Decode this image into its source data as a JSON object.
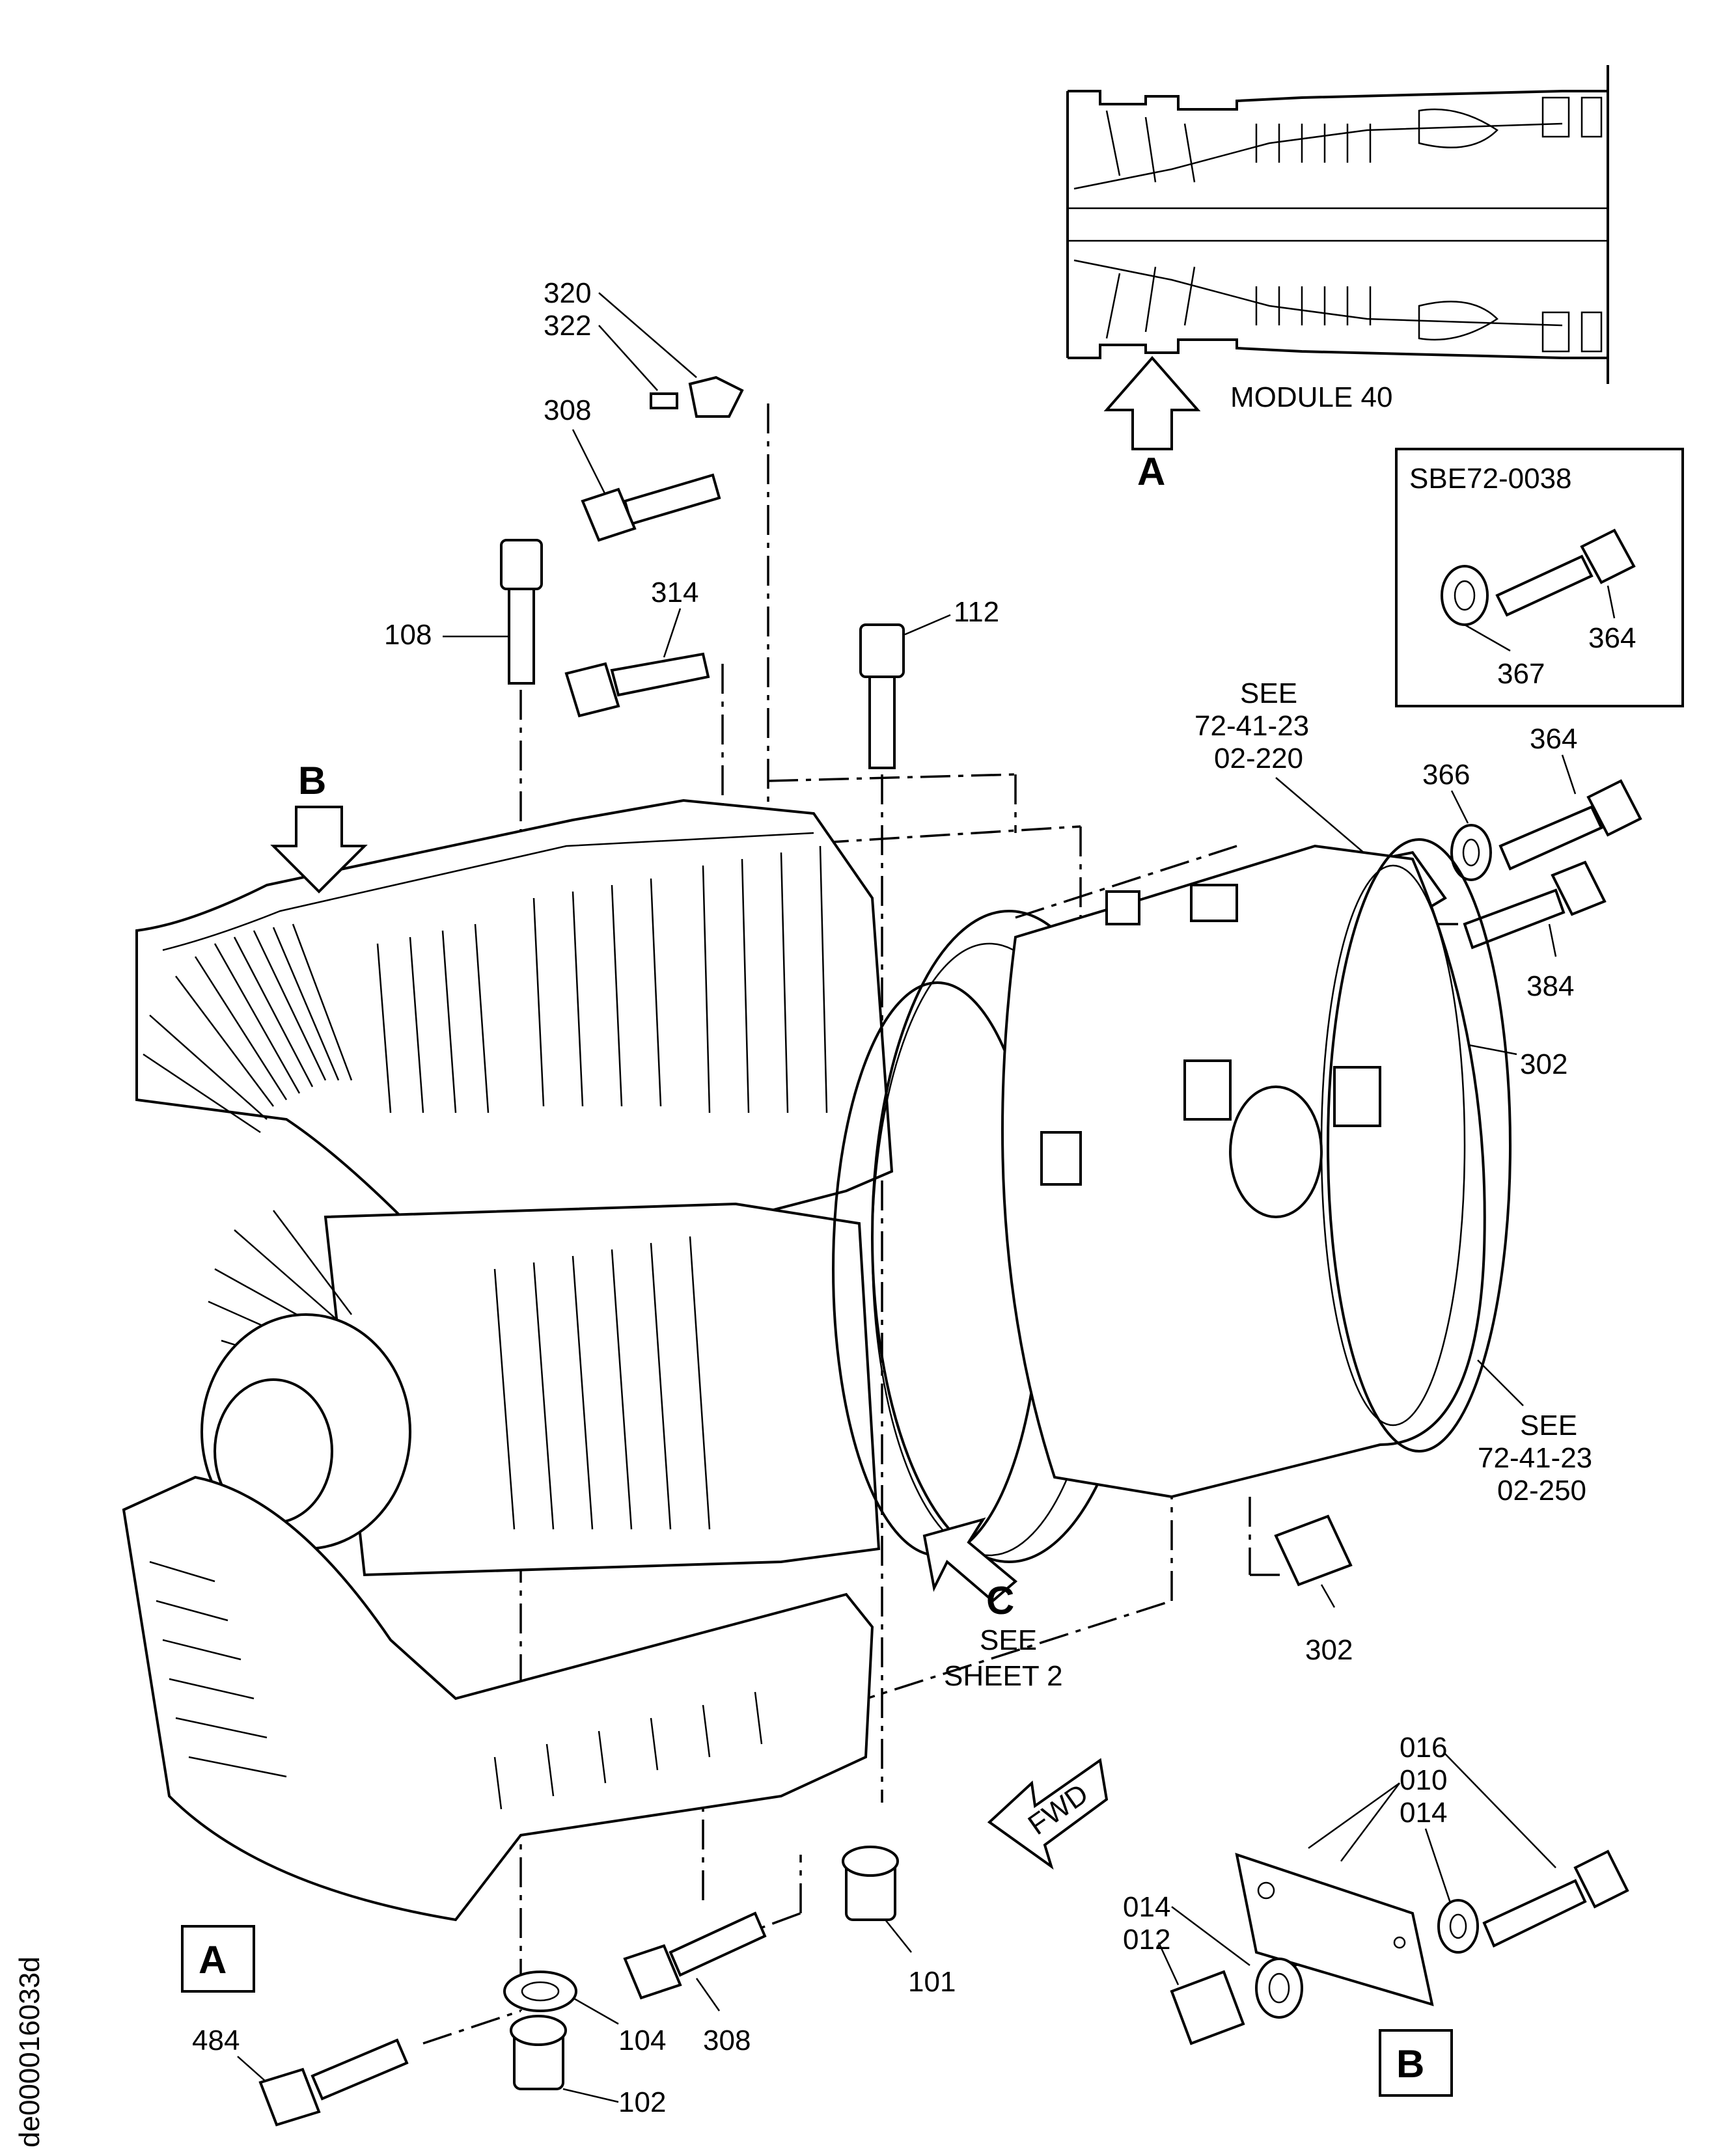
{
  "figure": {
    "drawing_id": "de000016033d",
    "module_label": "MODULE 40",
    "view_letters": {
      "a": "A",
      "b": "B",
      "c": "C"
    },
    "fwd_label": "FWD",
    "sbe_label": "SBE72-0038",
    "see_sheet": {
      "line1": "SEE",
      "line2": "SHEET 2"
    },
    "see_220": {
      "line1": "SEE",
      "line2": "72-41-23",
      "line3": "02-220"
    },
    "see_250": {
      "line1": "SEE",
      "line2": "72-41-23",
      "line3": "02-250"
    }
  },
  "callouts": {
    "c320": "320",
    "c322": "322",
    "c308_top": "308",
    "c108": "108",
    "c314": "314",
    "c112": "112",
    "c366": "366",
    "c364_right": "364",
    "c384": "384",
    "c302_top": "302",
    "c302_bottom": "302",
    "c367_inset": "367",
    "c364_inset": "364",
    "c101": "101",
    "c104": "104",
    "c308_bottom": "308",
    "c102": "102",
    "c484": "484",
    "c016": "016",
    "c010": "010",
    "c014_right": "014",
    "c014_left": "014",
    "c012": "012"
  }
}
